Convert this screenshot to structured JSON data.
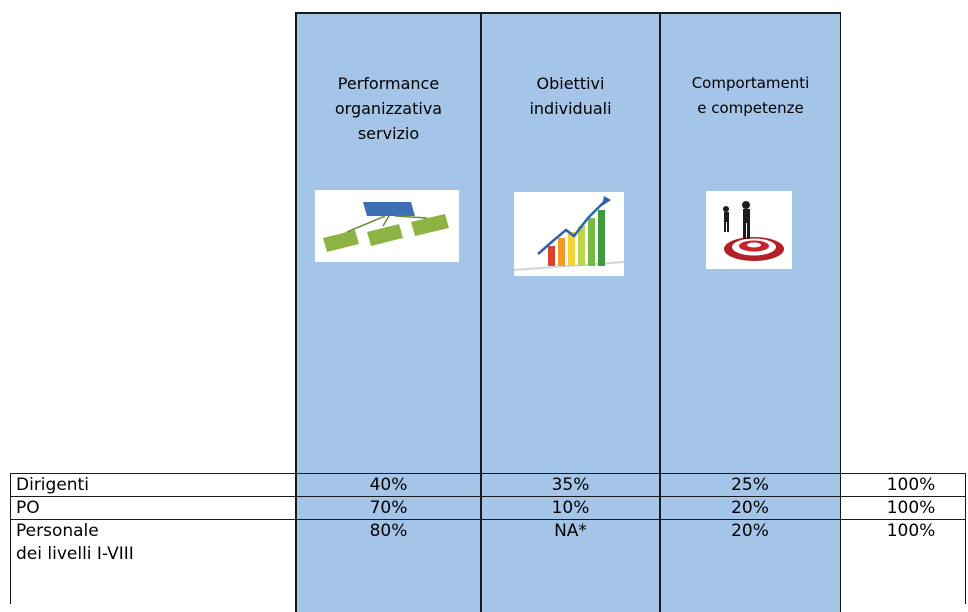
{
  "columns": [
    {
      "header": "Performance\norganizzativa\nservizio",
      "icon": "process-flow-icon"
    },
    {
      "header": "Obiettivi\nindividuali",
      "icon": "growth-bar-chart-icon"
    },
    {
      "header": "Comportamenti\ne competenze",
      "icon": "target-people-icon"
    }
  ],
  "rows": [
    {
      "label": "Dirigenti",
      "label2": "",
      "values": [
        "40%",
        "35%",
        "25%",
        "100%"
      ]
    },
    {
      "label": "PO",
      "label2": "",
      "values": [
        "70%",
        "10%",
        "20%",
        "100%"
      ]
    },
    {
      "label": "Personale",
      "label2": "dei livelli I-VIII",
      "values": [
        "80%",
        "NA*",
        "20%",
        "100%"
      ]
    }
  ]
}
